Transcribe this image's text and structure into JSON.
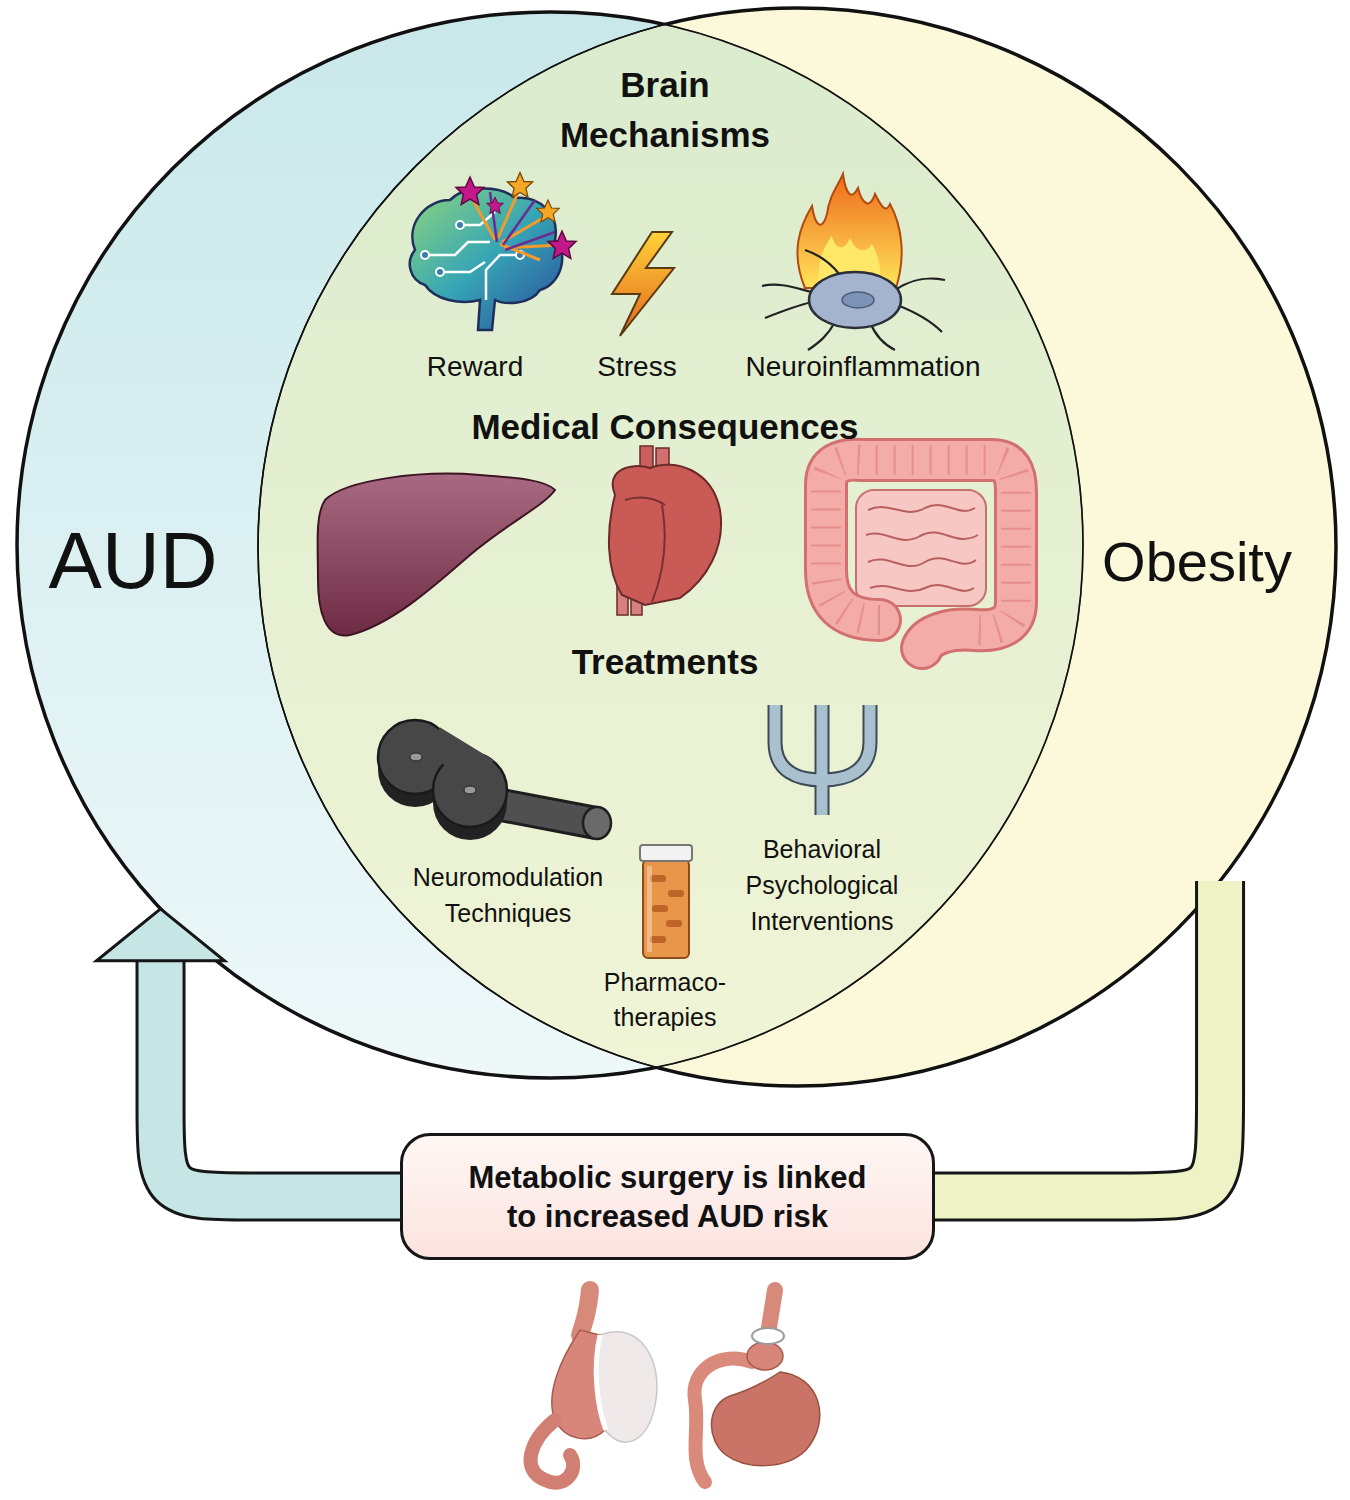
{
  "diagram": {
    "nodes": [
      {
        "text": [
          "AUD"
        ]
      },
      {
        "text": [
          "Obesity"
        ]
      },
      {
        "text": [
          "Metabolic surgery is linked to increased AUD risk"
        ]
      }
    ],
    "edges": [
      {
        "from": 1,
        "to": 2,
        "arrow": "none"
      },
      {
        "from": 2,
        "to": 0,
        "arrow": "to"
      }
    ],
    "labels": [
      "Brain Mechanisms",
      "Reward",
      "Stress",
      "Neuroinflammation",
      "Medical Consequences",
      "Treatments",
      "Neuromodulation Techniques",
      "Behavioral Psychological Interventions",
      "Pharmaco- therapies"
    ]
  }
}
